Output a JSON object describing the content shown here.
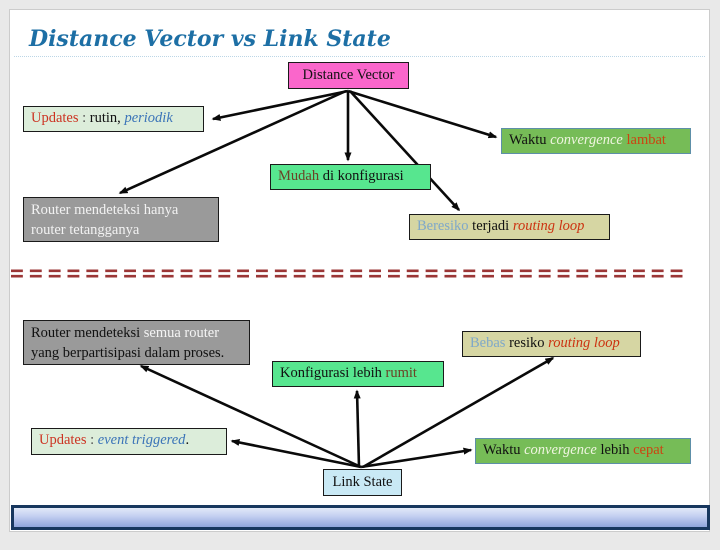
{
  "title": "Distance Vector vs Link State",
  "nodes": {
    "distance_vector": "Distance Vector",
    "link_state": "Link State"
  },
  "boxes": {
    "updates_rutin": {
      "label": "Updates",
      "colon": " : ",
      "plain": "rutin, ",
      "accent": "periodik"
    },
    "waktu_lambat": {
      "word1": "Waktu ",
      "accent_white": "convergence ",
      "accent_red": "lambat"
    },
    "mudah": {
      "accent_brown": "Mudah",
      "plain": " di konfigurasi"
    },
    "router_tetangga": {
      "line1": "Router mendeteksi hanya",
      "line2": "router tetangganya"
    },
    "beresiko": {
      "accent_blue": "Beresiko",
      "plain": " terjadi ",
      "accent_red": "routing loop"
    },
    "router_semua": {
      "plain1": "Router mendeteksi ",
      "accent_white": "semua router",
      "line2": "yang berpartisipasi dalam proses."
    },
    "bebas": {
      "accent_blue": "Bebas",
      "plain": " resiko ",
      "accent_red": "routing loop"
    },
    "konfigurasi_rumit": {
      "plain": "Konfigurasi lebih ",
      "accent_brown": "rumit"
    },
    "updates_event": {
      "label": "Updates",
      "colon": " :  ",
      "accent": "event triggered",
      "period": "."
    },
    "waktu_cepat": {
      "word1": "Waktu ",
      "accent_white": "convergence ",
      "plain2": "lebih ",
      "accent_red": "cepat"
    }
  },
  "divider": "====================================",
  "colors": {
    "title_blue": "#1d6fa5",
    "node_pink": "#fa66cb",
    "node_pale_blue": "#c9e9f5",
    "pale_green": "#dcedda",
    "medium_green": "#76bc57",
    "spring_green": "#57e68f",
    "gray_box": "#9a9a9a",
    "khaki": "#d6d6a3",
    "divider_red": "#9b3636",
    "accent_red": "#cc3322",
    "accent_blue": "#3b74b8",
    "bar_border_blue": "#17375e"
  }
}
